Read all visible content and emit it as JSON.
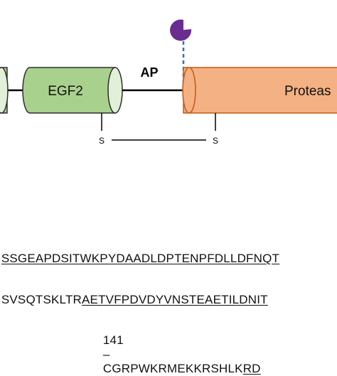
{
  "diagram": {
    "domains": {
      "egf2": {
        "label": "EGF2",
        "fill": "#a9d18e",
        "cap_fill": "#e2efd9",
        "stroke": "#2f2f2f"
      },
      "protease": {
        "label": "Proteas",
        "fill": "#f4b183",
        "stroke": "#c55a11"
      }
    },
    "linker_label": "AP",
    "disulfide": {
      "left_label": "S",
      "right_label": "S"
    },
    "glycan_color": "#6a2c91",
    "glycan_stalk_color": "#2e75b6"
  },
  "sequence": {
    "line1": {
      "prefix": "",
      "text": "SSGEAPDSITWKPYDAADLDPTENPFDLLDFNQT"
    },
    "line2": {
      "plain": "SVSQTSKLTR",
      "underlined": "AETVFPDVDYVNSTEAETILDNIT"
    },
    "line3": {
      "number": "141",
      "dash": "–",
      "plain": "CGRPWKRMEKKRSHLK",
      "underlined": "RD"
    }
  }
}
